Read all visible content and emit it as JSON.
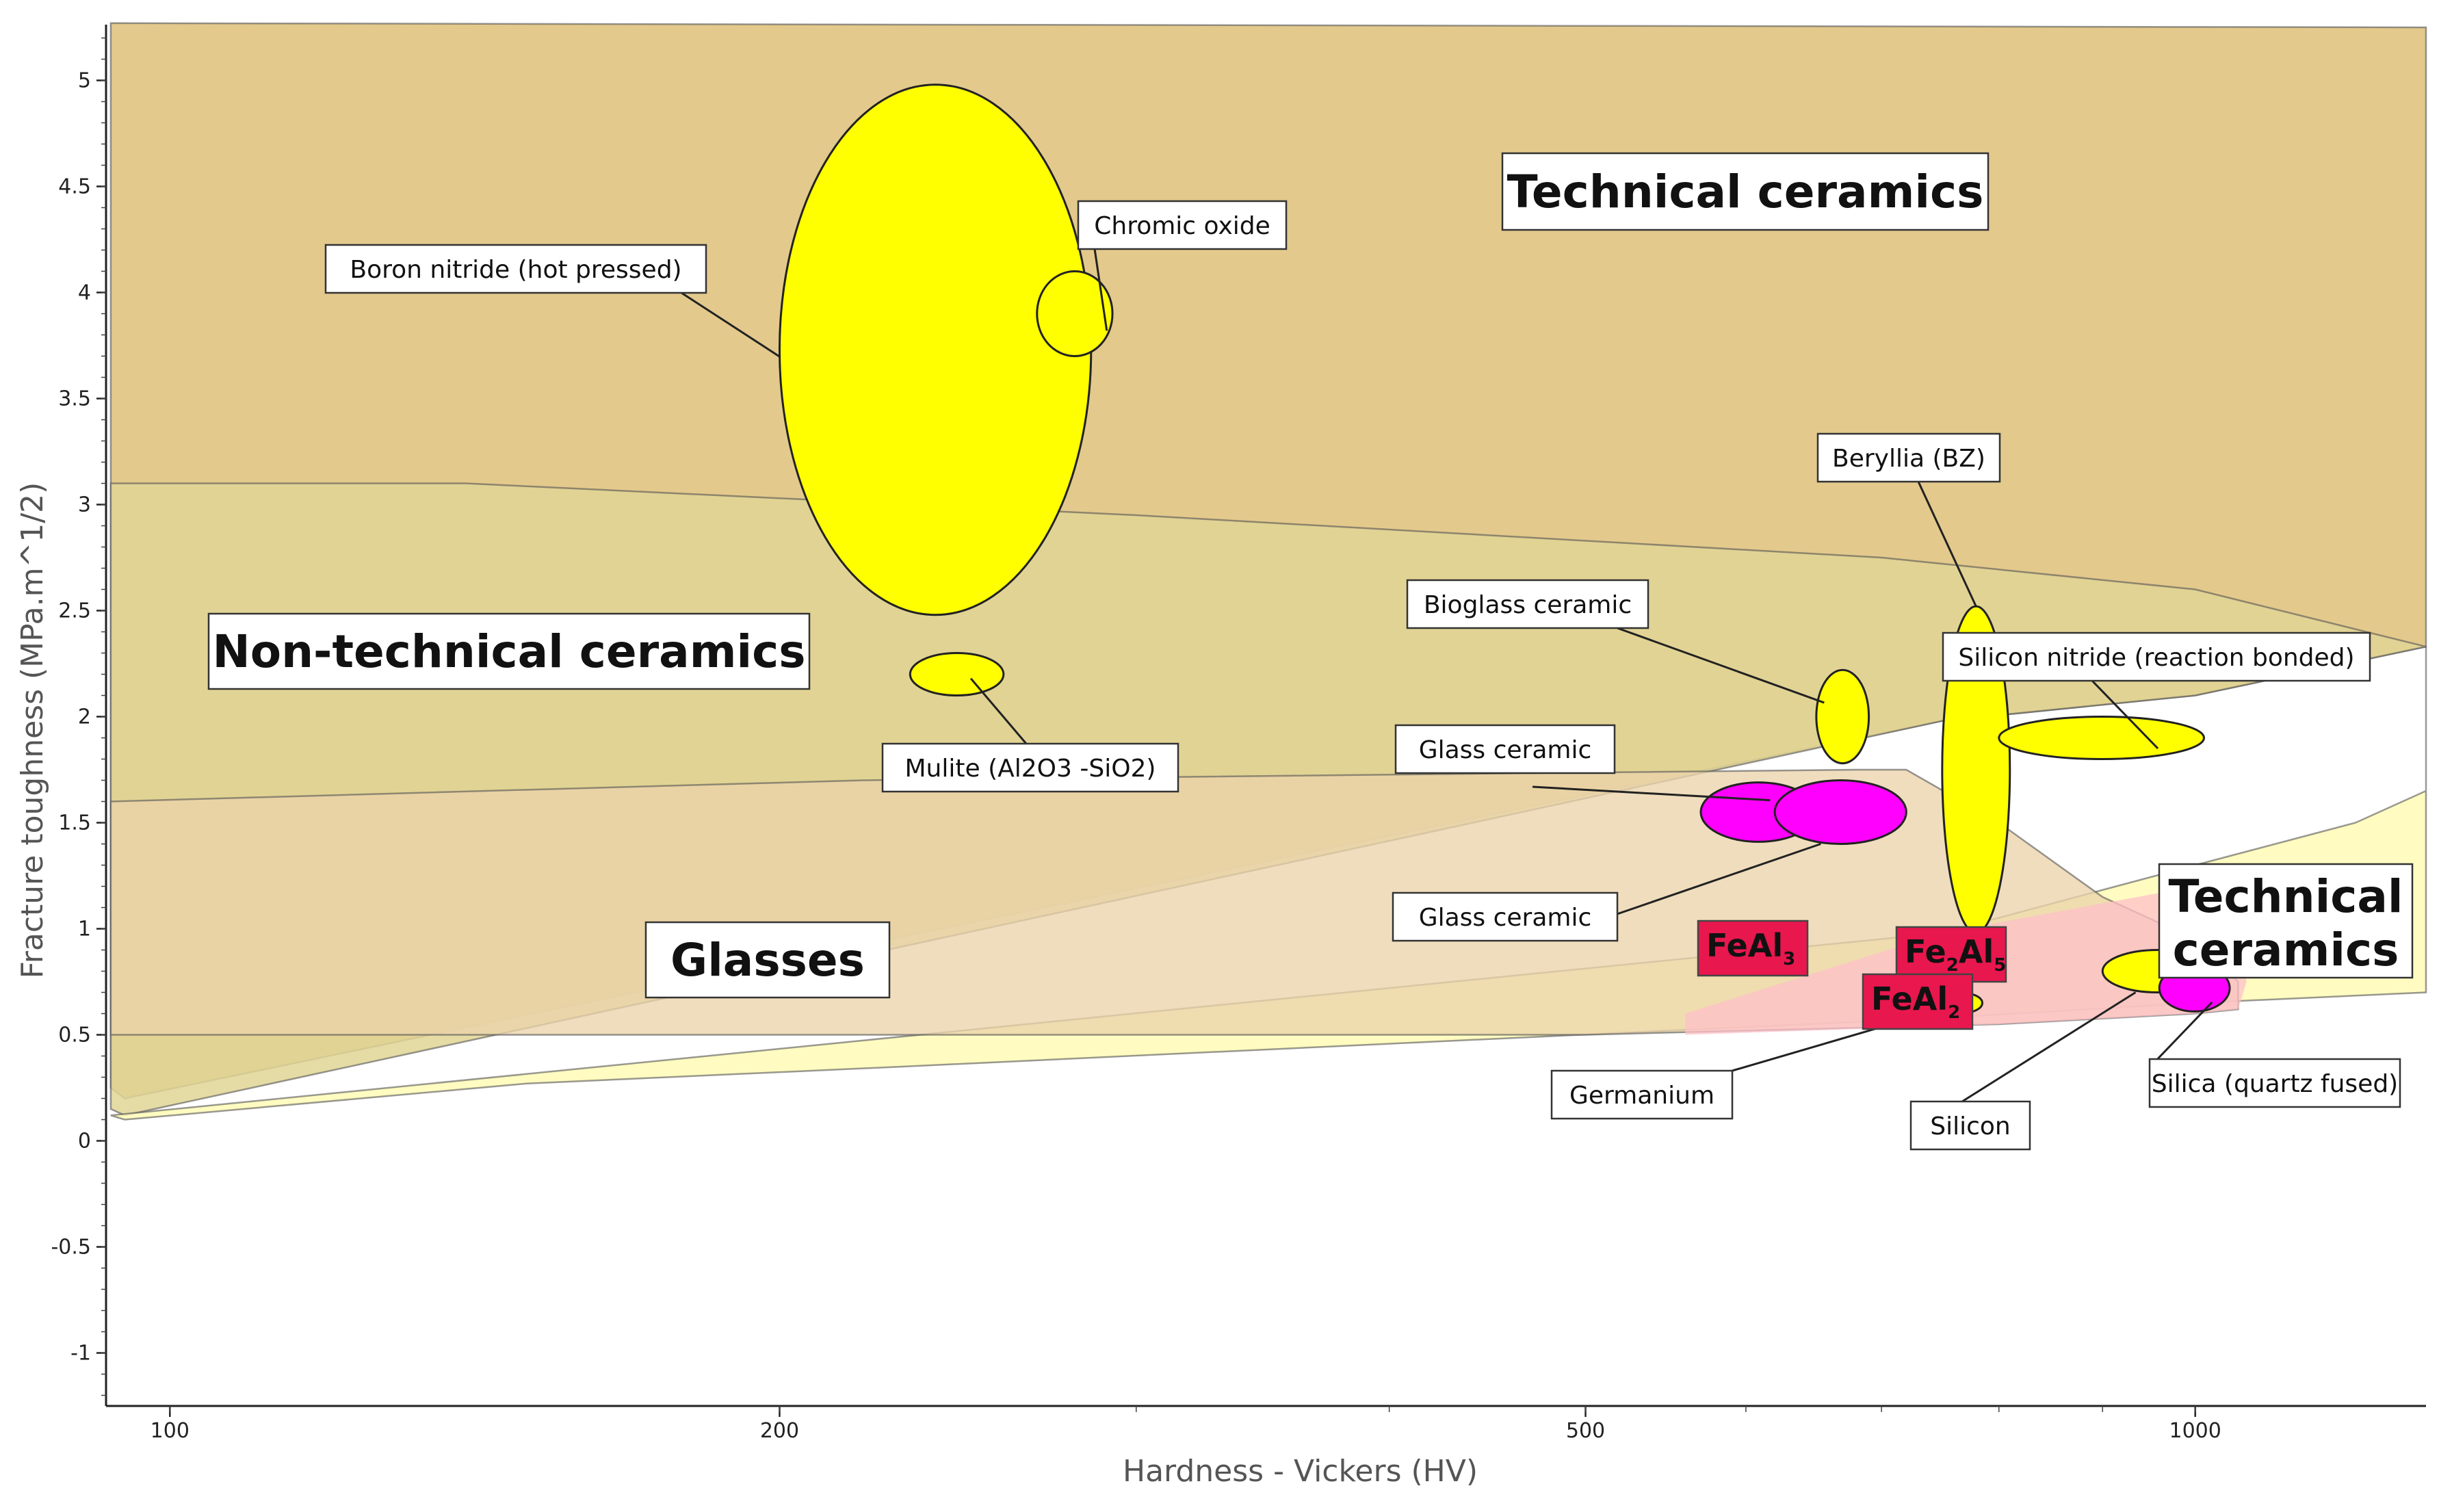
{
  "chart_data": {
    "type": "scatter",
    "xlabel": "Hardness - Vickers (HV)",
    "ylabel": "Fracture toughness (MPa.m^1/2)",
    "x_scale": "log",
    "xlim": [
      93,
      1300
    ],
    "ylim": [
      -1.25,
      5.25
    ],
    "x_ticks": [
      "100",
      "200",
      "500",
      "1000"
    ],
    "y_ticks": [
      "5",
      "4.5",
      "4",
      "3.5",
      "3",
      "2.5",
      "2",
      "1.5",
      "1",
      "0.5",
      "0",
      "-0.5",
      "-1"
    ],
    "envelopes": [
      {
        "label": "Technical ceramics",
        "color": "#e3c98c",
        "points": [
          [
            93.5,
            5.27
          ],
          [
            1300,
            5.25
          ],
          [
            1300,
            2.33
          ],
          [
            1000,
            2.1
          ],
          [
            750,
            1.98
          ],
          [
            95,
            0.2
          ],
          [
            93.5,
            0.25
          ]
        ]
      },
      {
        "label": "Non-technical ceramics",
        "color": "#e1d595",
        "points": [
          [
            93.5,
            3.1
          ],
          [
            140,
            3.1
          ],
          [
            300,
            2.95
          ],
          [
            700,
            2.75
          ],
          [
            1000,
            2.6
          ],
          [
            1300,
            2.33
          ],
          [
            1000,
            2.1
          ],
          [
            750,
            1.98
          ],
          [
            95,
            0.12
          ],
          [
            93.5,
            0.15
          ]
        ]
      },
      {
        "label": "Technical ceramics",
        "color": "#fffab8",
        "points": [
          [
            1300,
            2.33
          ],
          [
            1300,
            0.7
          ],
          [
            1000,
            0.65
          ],
          [
            750,
            0.58
          ],
          [
            230,
            0.35
          ],
          [
            150,
            0.27
          ],
          [
            95,
            0.1
          ],
          [
            93.5,
            0.12
          ],
          [
            750,
            0.98
          ],
          [
            1000,
            1.3
          ],
          [
            1200,
            1.5
          ],
          [
            1300,
            1.65
          ]
        ]
      },
      {
        "label": "Glasses",
        "color": "#ebd4aa",
        "points": [
          [
            93.5,
            1.6
          ],
          [
            220,
            1.7
          ],
          [
            680,
            1.75
          ],
          [
            720,
            1.75
          ],
          [
            800,
            1.5
          ],
          [
            900,
            1.15
          ],
          [
            1000,
            0.95
          ],
          [
            1050,
            0.75
          ],
          [
            1050,
            0.62
          ],
          [
            1000,
            0.6
          ],
          [
            800,
            0.55
          ],
          [
            500,
            0.5
          ],
          [
            93.5,
            0.5
          ]
        ]
      }
    ],
    "materials": [
      {
        "label": "Boron nitride (hot pressed)",
        "x": 240,
        "y": 3.73,
        "x_range": [
          200,
          285
        ],
        "y_range": [
          2.48,
          4.98
        ],
        "color": "#ffff00"
      },
      {
        "label": "Chromic oxide",
        "x": 280,
        "y": 3.9,
        "x_range": [
          268,
          292
        ],
        "y_range": [
          3.7,
          4.1
        ],
        "color": "#ffff00"
      },
      {
        "label": "Mulite (Al2O3 -SiO2)",
        "x": 245,
        "y": 2.2,
        "x_range": [
          232,
          258
        ],
        "y_range": [
          2.1,
          2.3
        ],
        "color": "#ffff00"
      },
      {
        "label": "Bioglass ceramic",
        "x": 670,
        "y": 2.0,
        "x_range": [
          650,
          690
        ],
        "y_range": [
          1.78,
          2.22
        ],
        "color": "#ffff00"
      },
      {
        "label": "Beryllia (BZ)",
        "x": 780,
        "y": 1.75,
        "x_range": [
          750,
          810
        ],
        "y_range": [
          0.98,
          2.52
        ],
        "color": "#ffff00"
      },
      {
        "label": "Silicon nitride (reaction bonded)",
        "x": 880,
        "y": 1.9,
        "x_range": [
          800,
          1010
        ],
        "y_range": [
          1.8,
          2.0
        ],
        "color": "#ffff00"
      },
      {
        "label": "Glass ceramic",
        "x": 600,
        "y": 1.55,
        "x_range": [
          570,
          650
        ],
        "y_range": [
          1.41,
          1.69
        ],
        "color": "#ff00ff"
      },
      {
        "label": "Glass ceramic",
        "x": 660,
        "y": 1.55,
        "x_range": [
          620,
          720
        ],
        "y_range": [
          1.4,
          1.7
        ],
        "color": "#ff00ff"
      },
      {
        "label": "Germanium",
        "x": 765,
        "y": 0.65,
        "x_range": [
          745,
          785
        ],
        "y_range": [
          0.6,
          0.7
        ],
        "color": "#ffff00"
      },
      {
        "label": "Silicon",
        "x": 960,
        "y": 0.8,
        "x_range": [
          900,
          1020
        ],
        "y_range": [
          0.7,
          0.9
        ],
        "color": "#ffff00"
      },
      {
        "label": "Silica (quartz fused)",
        "x": 1000,
        "y": 0.72,
        "x_range": [
          960,
          1040
        ],
        "y_range": [
          0.61,
          0.83
        ],
        "color": "#ff00ff"
      }
    ],
    "highlight_labels": [
      {
        "base": "FeAl",
        "sub": "3",
        "color": "#e8174e"
      },
      {
        "base": "Fe",
        "sub": "2",
        "base2": "Al",
        "sub2": "5",
        "color": "#e8174e"
      },
      {
        "base": "FeAl",
        "sub": "2",
        "color": "#e8174e"
      }
    ],
    "grid": false,
    "legend": "none"
  }
}
